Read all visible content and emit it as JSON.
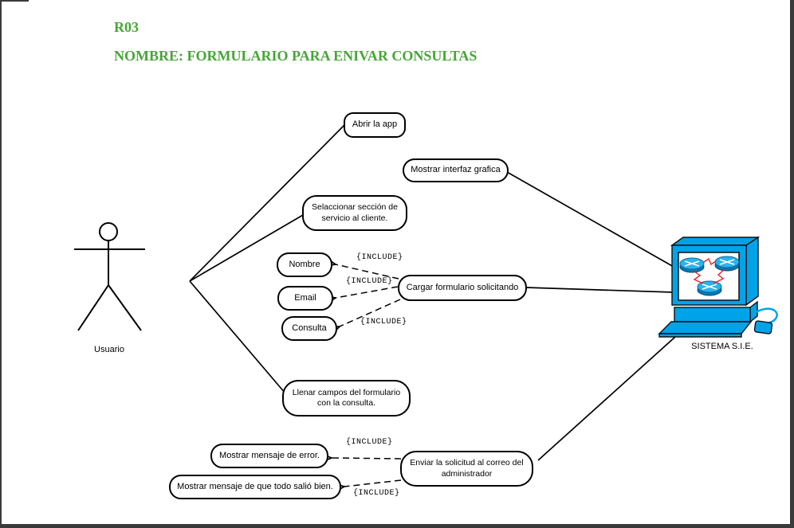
{
  "header": {
    "code": "R03",
    "title": "NOMBRE: FORMULARIO PARA ENIVAR CONSULTAS"
  },
  "actor": {
    "label": "Usuario"
  },
  "system": {
    "label": "SISTEMA S.I.E."
  },
  "include_label": "{INCLUDE}",
  "usecases": [
    {
      "label": "Abrir la app"
    },
    {
      "label": "Mostrar interfaz grafica"
    },
    {
      "label": "Selaccionar sección de\nservicio al cliente."
    },
    {
      "label": "Nombre"
    },
    {
      "label": "Email"
    },
    {
      "label": "Consulta"
    },
    {
      "label": "Cargar formulario solicitando"
    },
    {
      "label": "Llenar campos del formulario\ncon la consulta."
    },
    {
      "label": "Mostrar mensaje de error."
    },
    {
      "label": "Mostrar mensaje de que todo salió bien."
    },
    {
      "label": "Enviar la solicitud al correo del\nadministrador"
    }
  ],
  "colors": {
    "title_green": "#46a636",
    "computer_cyan": "#00a3e8",
    "computer_cyan_dark": "#0079b8",
    "zigzag_red": "#f01e28",
    "frame_border": "#3a3a3a"
  }
}
